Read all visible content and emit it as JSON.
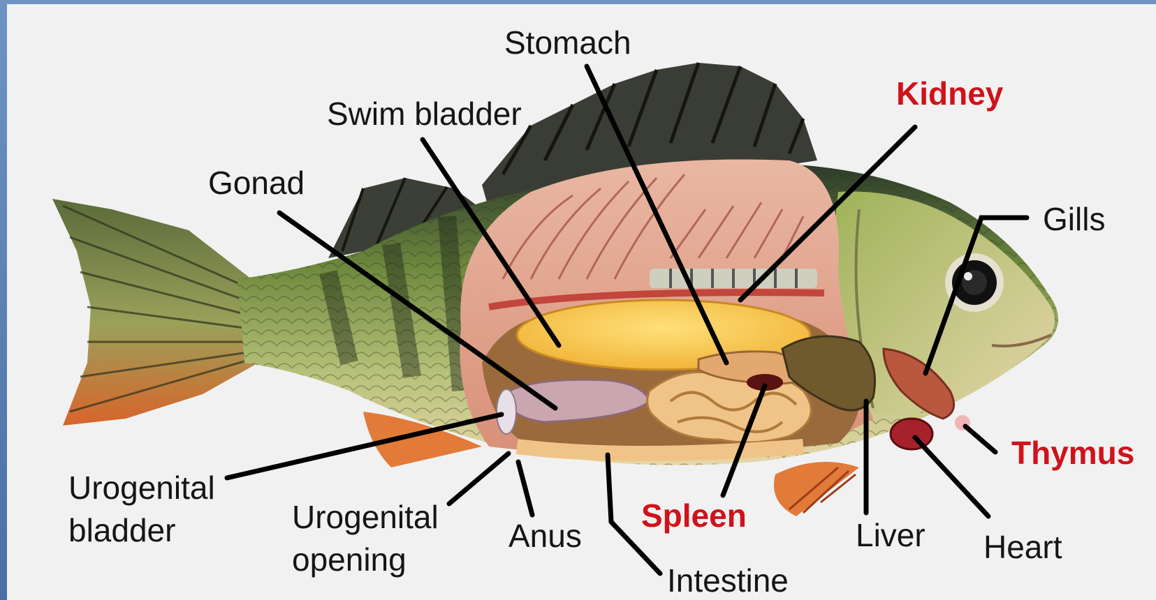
{
  "labels": {
    "stomach": "Stomach",
    "swim_bladder": "Swim bladder",
    "kidney": "Kidney",
    "gonad": "Gonad",
    "gills": "Gills",
    "urogenital_bladder_1": "Urogenital",
    "urogenital_bladder_2": "bladder",
    "urogenital_opening_1": "Urogenital",
    "urogenital_opening_2": "opening",
    "anus": "Anus",
    "spleen": "Spleen",
    "liver": "Liver",
    "heart": "Heart",
    "thymus": "Thymus",
    "intestine": "Intestine"
  },
  "colors": {
    "highlight_label": "#d0121b",
    "label": "#151515",
    "background": "#f1f1f1",
    "frame": "#4a6fa5"
  }
}
